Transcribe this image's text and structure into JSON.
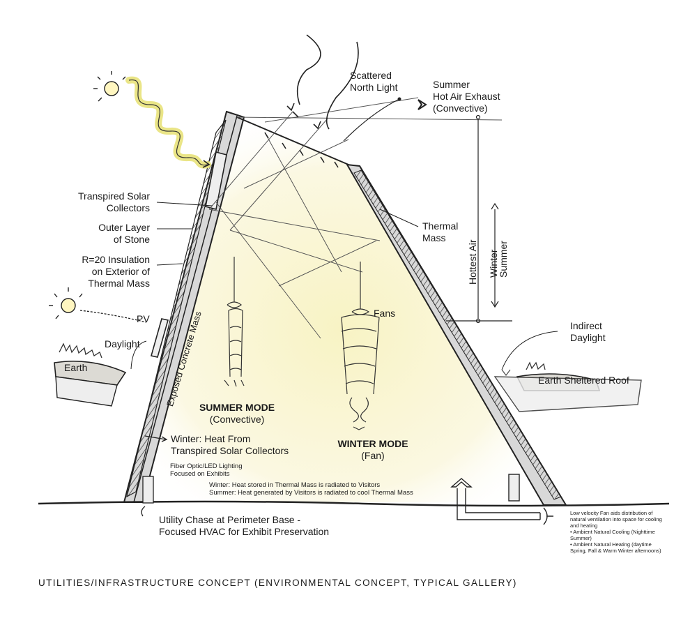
{
  "labels": {
    "scattered_north_light": [
      "Scattered",
      "North Light"
    ],
    "summer_exhaust": [
      "Summer",
      "Hot Air Exhaust",
      "(Convective)"
    ],
    "transpired_collectors": [
      "Transpired Solar",
      "Collectors"
    ],
    "outer_stone": [
      "Outer Layer",
      "of Stone"
    ],
    "insulation": [
      "R=20 Insulation",
      "on Exterior of",
      "Thermal Mass"
    ],
    "thermal_mass": [
      "Thermal",
      "Mass"
    ],
    "hottest_air": "Hottest Air",
    "winter": "Winter",
    "summer": "Summer",
    "pv": "PV",
    "daylight": "Daylight",
    "earth": "Earth",
    "exposed_concrete": "Exposed Concrete Mass",
    "fans": "Fans",
    "indirect_daylight": [
      "Indirect",
      "Daylight"
    ],
    "earth_sheltered_roof": "Earth Sheltered Roof",
    "summer_mode": "SUMMER MODE",
    "summer_mode_sub": "(Convective)",
    "winter_mode": "WINTER MODE",
    "winter_mode_sub": "(Fan)",
    "winter_heat": [
      "Winter: Heat From",
      "Transpired Solar Collectors"
    ],
    "fiber_optic": [
      "Fiber Optic/LED Lighting",
      "Focused on Exhibits"
    ],
    "winter_stored": "Winter:  Heat stored in Thermal Mass is radiated to Visitors",
    "summer_generated": "Summer:  Heat generated by Visitors is radiated to cool Thermal Mass",
    "utility_chase": [
      "Utility Chase at Perimeter Base -",
      "Focused HVAC for Exhibit Preservation"
    ],
    "low_velocity_fan": [
      "Low velocity Fan aids distribution of",
      "natural ventilation into space for cooling",
      "and heating",
      "• Ambient Natural Cooling (Nighttime",
      "   Summer)",
      "• Ambient Natural Heating (daytime",
      "   Spring, Fall & Warm Winter afternoons)"
    ]
  },
  "caption": "UTILITIES/INFRASTRUCTURE  CONCEPT (ENVIRONMENTAL  CONCEPT,  TYPICAL  GALLERY)",
  "colors": {
    "ink": "#1a1a1a",
    "wall": "#d8d8d8",
    "light_glow": "#f5f0b8",
    "sun": "#e8e27a"
  }
}
